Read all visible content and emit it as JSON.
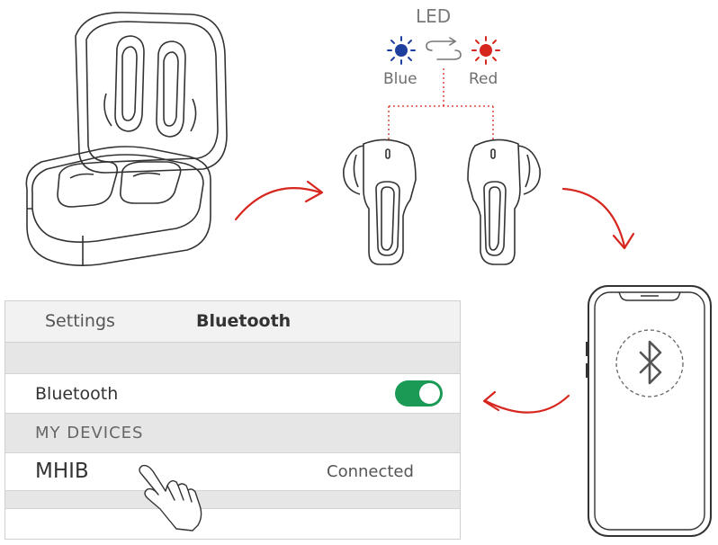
{
  "led": {
    "title": "LED",
    "blue_label": "Blue",
    "red_label": "Red",
    "blue_color": "#1f3f9e",
    "red_color": "#d7261e"
  },
  "settings_panel": {
    "back_label": "Settings",
    "title": "Bluetooth",
    "bluetooth_row_label": "Bluetooth",
    "bluetooth_toggle_on": true,
    "toggle_color": "#1b9a56",
    "section_header": "MY DEVICES",
    "device_name": "MHIB",
    "device_status": "Connected"
  },
  "icons": [
    "charging-case",
    "earbud-left",
    "earbud-right",
    "smartphone",
    "bluetooth-icon",
    "hand-pointer-icon",
    "flow-arrow",
    "cycle-icon"
  ]
}
